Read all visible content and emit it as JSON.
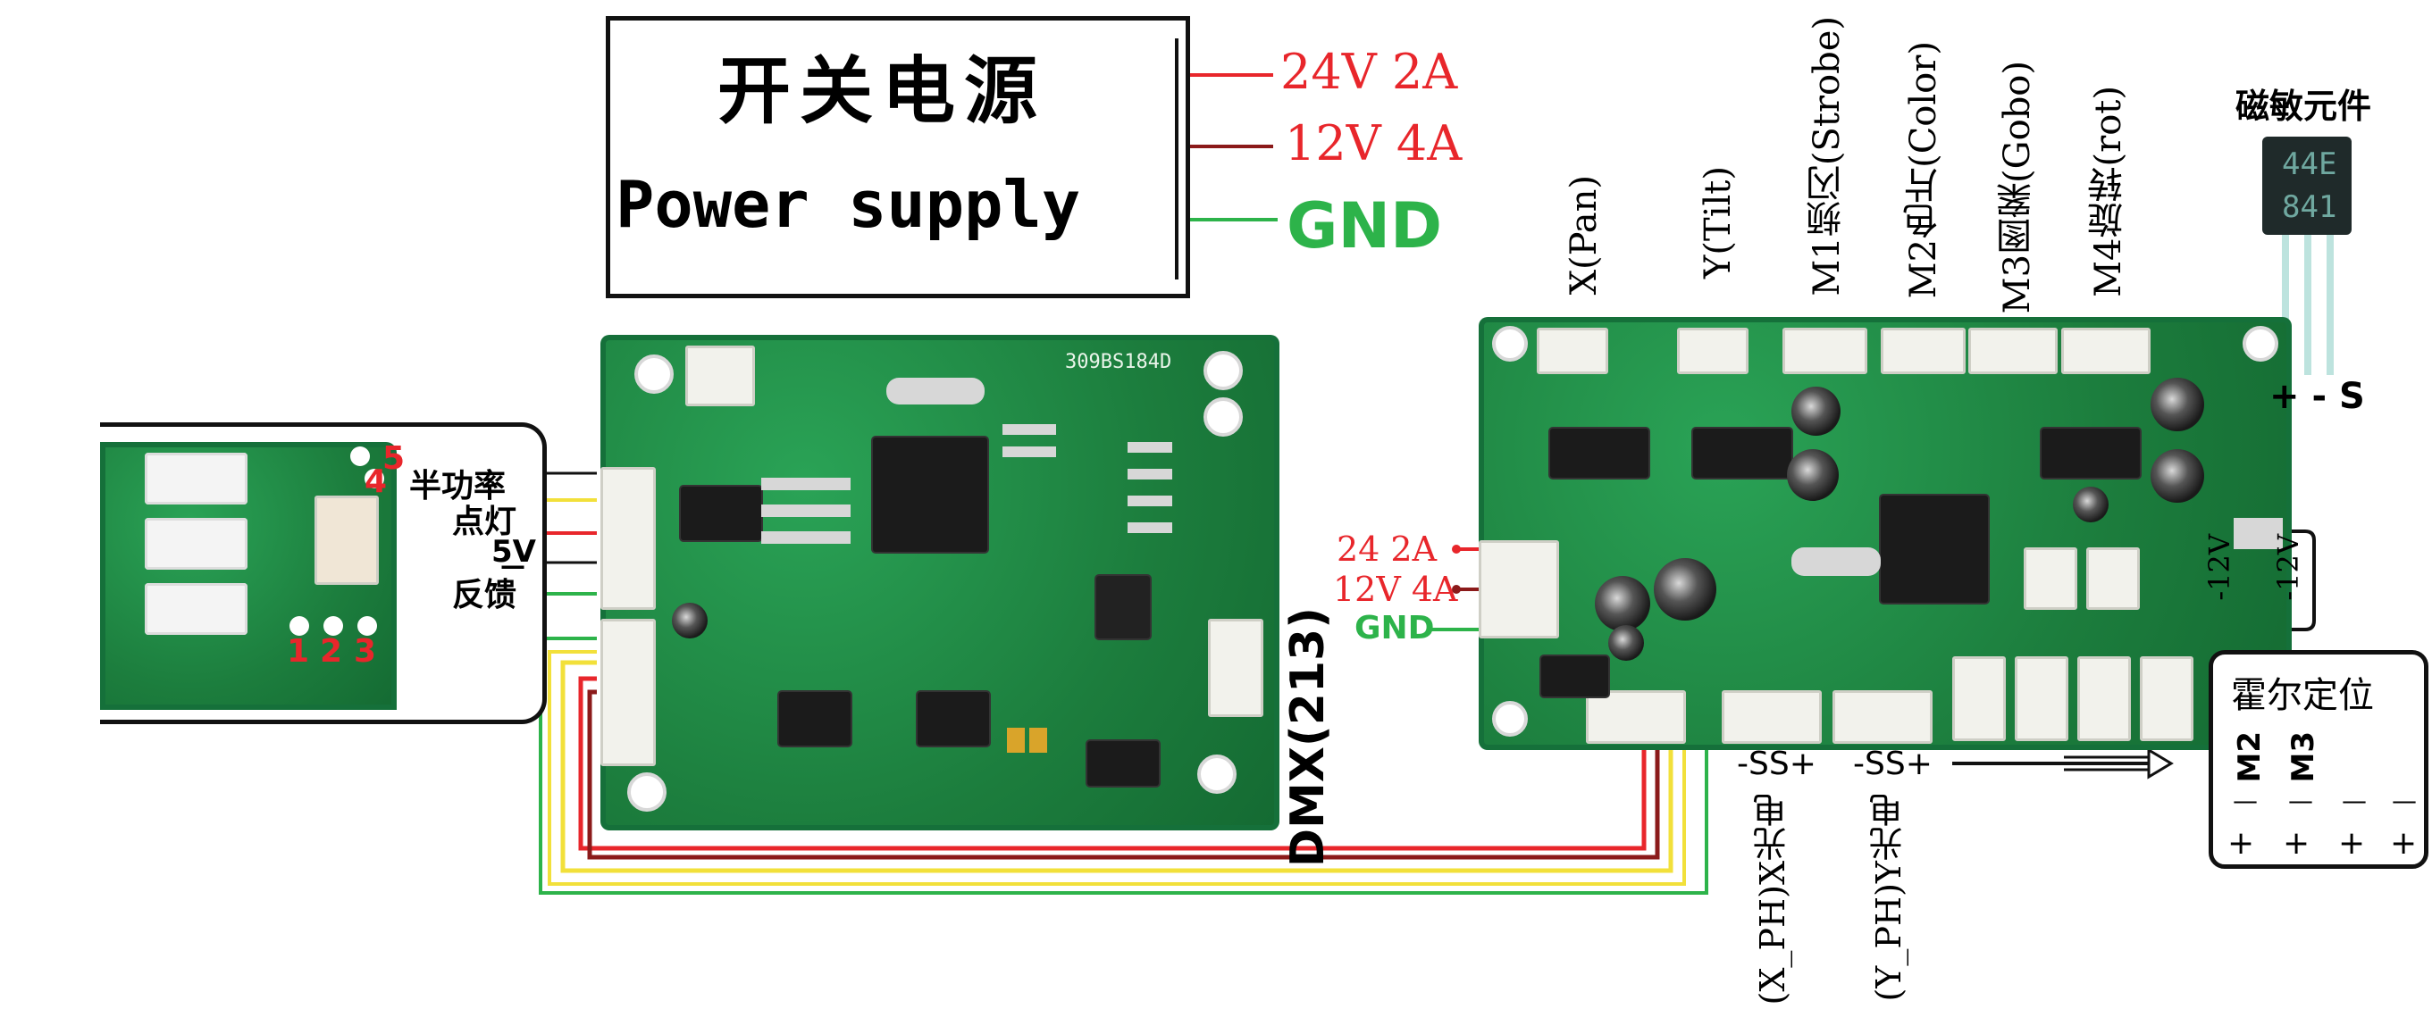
{
  "power_supply": {
    "title_cn": "开关电源",
    "title_en": "Power supply",
    "outputs": [
      {
        "label": "24V 2A",
        "color": "#e8262b"
      },
      {
        "label": "12V 4A",
        "color": "#e8262b"
      },
      {
        "label": "GND",
        "color": "#2db34a"
      }
    ]
  },
  "lamp_board": {
    "pins": [
      "半功率",
      "点灯",
      "5V",
      "—",
      "反馈"
    ],
    "pad_numbers": [
      "1",
      "2",
      "3",
      "4",
      "5"
    ]
  },
  "dmx_board": {
    "silk_model": "309BS184D",
    "label": "DMX(213)"
  },
  "driver_board": {
    "motor_labels": [
      "X(Pan)",
      "Y(Tilt)",
      "M1频闪(Strobe)",
      "M2色片(Color)",
      "M3图案(Gobo)",
      "M4旋转(rot)"
    ],
    "power_inputs": [
      "24 2A",
      "12V 4A",
      "GND"
    ],
    "supply_labels": [
      "-12V",
      "-12V"
    ],
    "sensor_labels": [
      "-SS+",
      "-SS+"
    ],
    "photo_labels": [
      "(X_PH)X光电",
      "(Y_PH)Y光电"
    ]
  },
  "hall_sensor": {
    "title": "磁敏元件",
    "chip_text": [
      "44E",
      "841"
    ],
    "pins": "+ - S"
  },
  "hall_position": {
    "title": "霍尔定位",
    "channels": [
      "M2",
      "M3",
      "",
      ""
    ],
    "minus": [
      "—",
      "—",
      "—",
      "—"
    ],
    "plus": [
      "+",
      "+",
      "+",
      "+"
    ]
  },
  "colors": {
    "wire_red": "#e8262b",
    "wire_darkred": "#8b1a1a",
    "wire_green": "#2db34a",
    "wire_yellow": "#f2e03a",
    "pcb_green": "#1f8a44"
  }
}
